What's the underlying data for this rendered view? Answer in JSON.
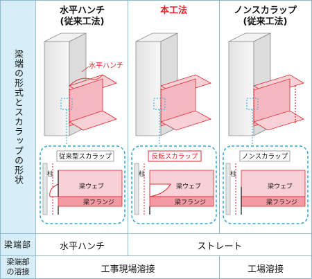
{
  "columns": [
    {
      "title_line1": "水平ハンチ",
      "title_line2": "(従来工法)",
      "scallop_label": "従来型スカラップ"
    },
    {
      "title_line1": "本工法",
      "title_line2": "",
      "scallop_label": "反転スカラップ"
    },
    {
      "title_line1": "ノンスカラップ",
      "title_line2": "(従来工法)",
      "scallop_label": "ノンスカラップ"
    }
  ],
  "row_headers": {
    "shape": "梁端の形式とスカラップの形状",
    "beam_end": "梁端部",
    "weld": "梁端部の溶接"
  },
  "annotations": {
    "haunch": "水平ハンチ",
    "column": "柱",
    "web": "梁ウェブ",
    "flange": "梁フランジ"
  },
  "beam_end_row": {
    "left": "水平ハンチ",
    "right": "ストレート"
  },
  "weld_row": {
    "left": "工事現場溶接",
    "right": "工場溶接"
  },
  "colors": {
    "accent_red": "#e0232b",
    "header_bg": "#d7eef8",
    "dash_blue": "#2aa6d6",
    "beam_pink": "#f8c6cc"
  }
}
